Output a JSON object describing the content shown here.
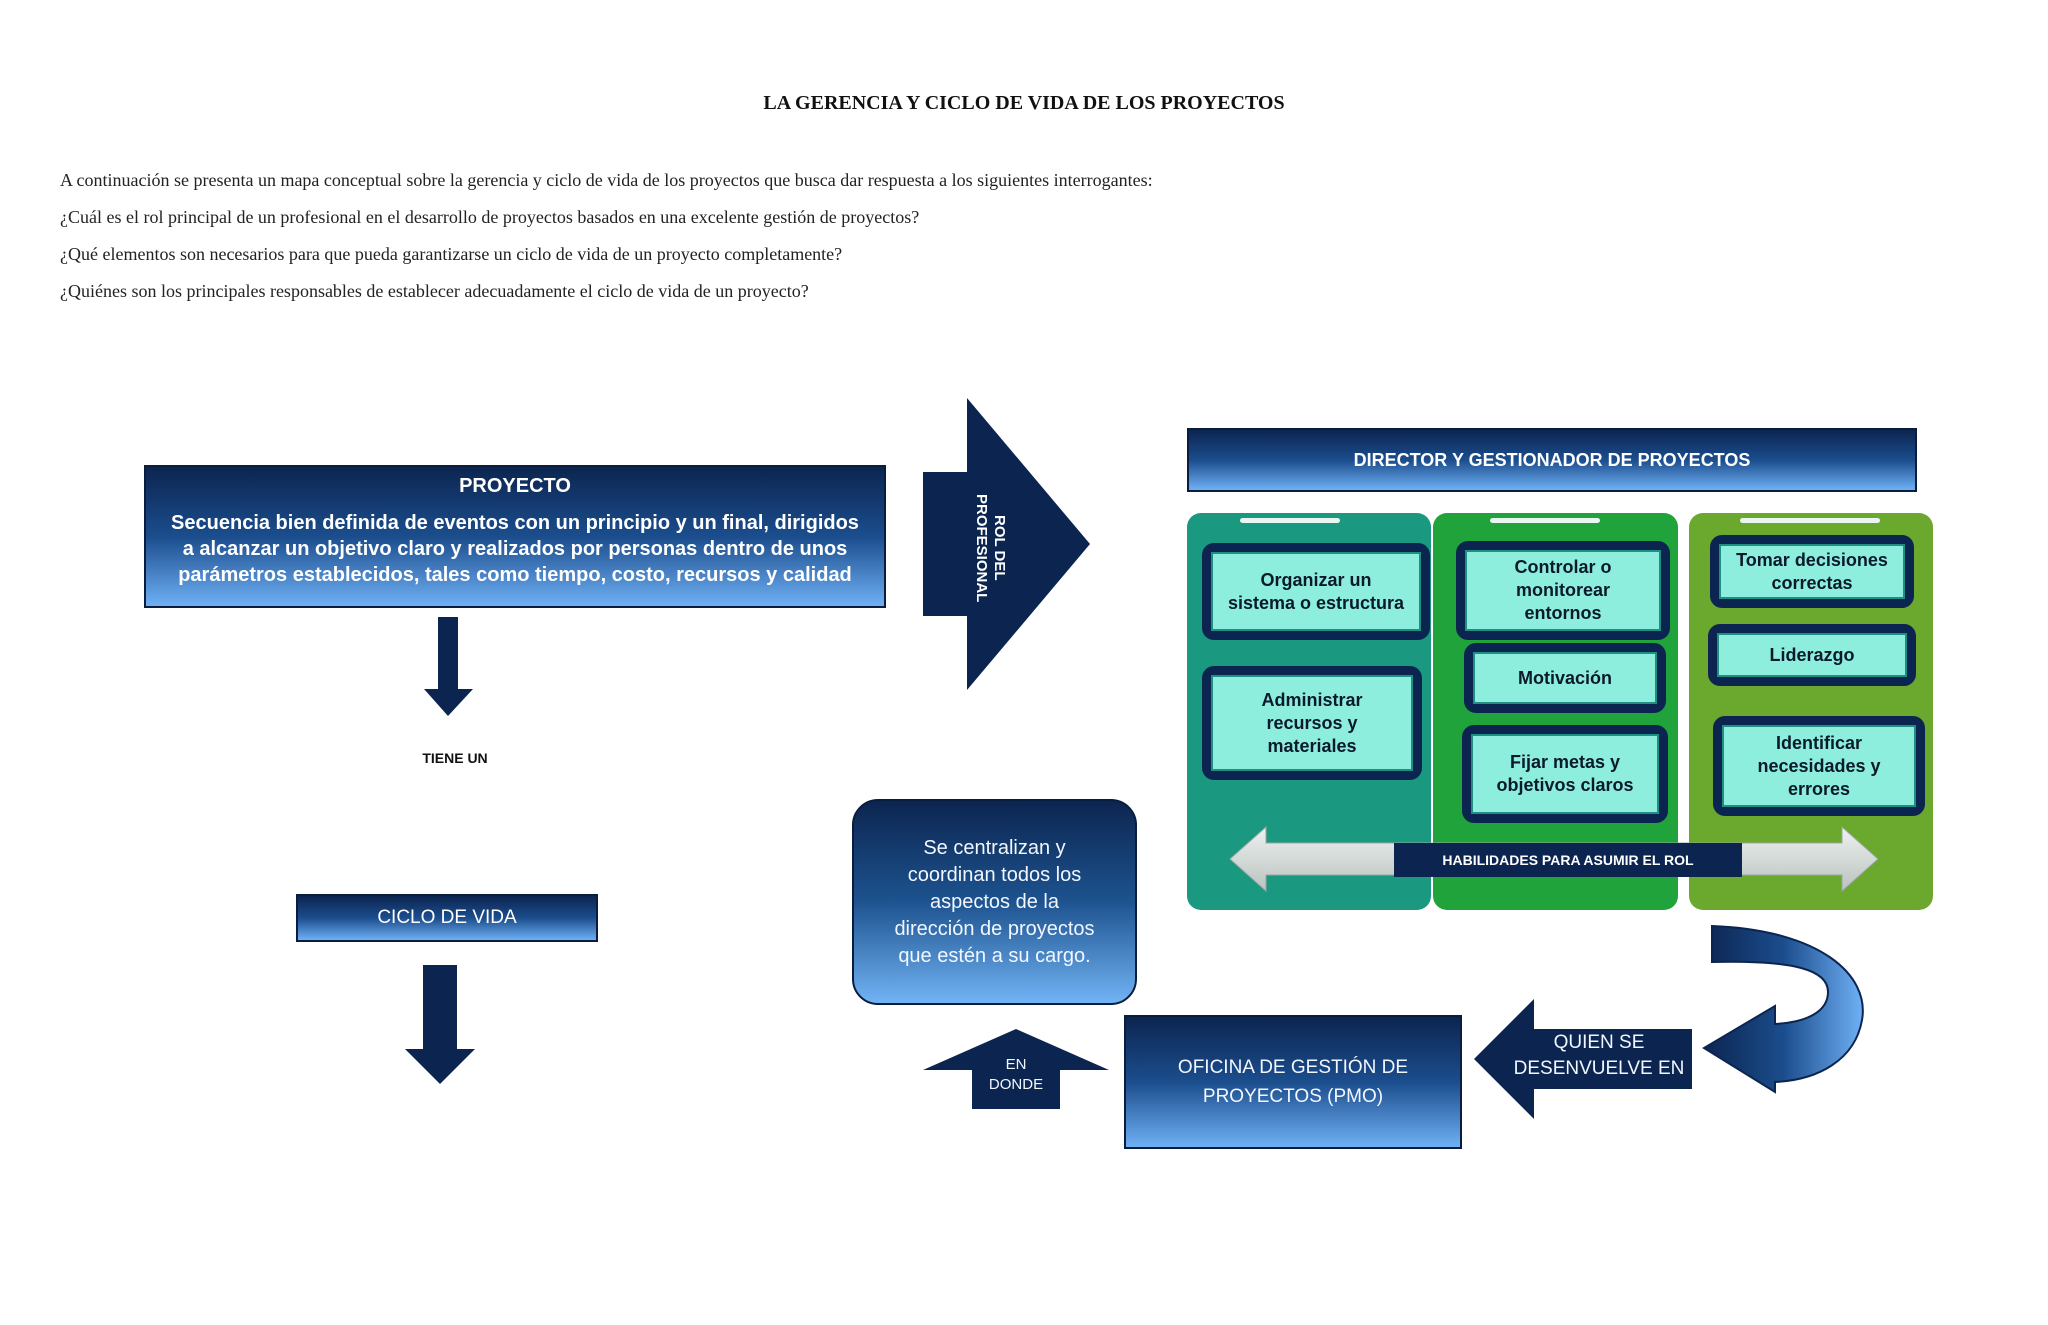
{
  "header": {
    "title": "LA GERENCIA  Y CICLO  DE VIDA DE LOS PROYECTOS",
    "intro": [
      "A continuación  se presenta un mapa conceptual sobre la gerencia  y ciclo de vida de los proyectos que busca dar respuesta a los siguientes  interrogantes:",
      "¿Cuál es el rol principal  de un profesional  en el desarrollo  de proyectos basados en una excelente  gestión  de proyectos?",
      "¿Qué elementos  son necesarios  para que pueda garantizarse  un ciclo de vida de un proyecto completamente?",
      "¿Quiénes  son los principales  responsables  de establecer  adecuadamente  el ciclo  de vida  de un proyecto?"
    ]
  },
  "diagram": {
    "proyecto": {
      "title": "PROYECTO",
      "desc_lines": [
        "Secuencia bien definida de eventos con un principio y un final, dirigidos",
        "a alcanzar un objetivo claro y realizados por personas dentro de unos",
        "parámetros establecidos, tales como tiempo, costo, recursos y calidad"
      ]
    },
    "rol_arrow": [
      "ROL DEL",
      "PROFESIONAL"
    ],
    "tiene_un": "TIENE UN",
    "ciclo_vida": "CICLO DE VIDA",
    "director": "DIRECTOR Y GESTIONADOR DE PROYECTOS",
    "skills": {
      "col1": [
        [
          "Organizar un",
          "sistema o estructura"
        ],
        [
          "Administrar",
          "recursos y",
          "materiales"
        ]
      ],
      "col2": [
        [
          "Controlar o",
          "monitorear",
          "entornos"
        ],
        [
          "Motivación"
        ],
        [
          "Fijar metas y",
          "objetivos claros"
        ]
      ],
      "col3": [
        [
          "Tomar decisiones",
          "correctas"
        ],
        [
          "Liderazgo"
        ],
        [
          "Identificar",
          "necesidades y",
          "errores"
        ]
      ]
    },
    "habilidades": "HABILIDADES PARA ASUMIR EL ROL",
    "centralizan": [
      "Se centralizan y",
      "coordinan todos los",
      "aspectos de la",
      "dirección de proyectos",
      "que estén a su cargo."
    ],
    "pmo": [
      "OFICINA DE GESTIÓN DE",
      "PROYECTOS (PMO)"
    ],
    "quien": [
      "QUIEN SE",
      "DESENVUELVE EN"
    ],
    "en_donde": [
      "EN",
      "DONDE"
    ],
    "colors": {
      "navy": "#0c2550",
      "panel1": "#1a9880",
      "panel2": "#21a33c",
      "panel3": "#6aa82e",
      "skill_fill": "#8eeede"
    }
  }
}
